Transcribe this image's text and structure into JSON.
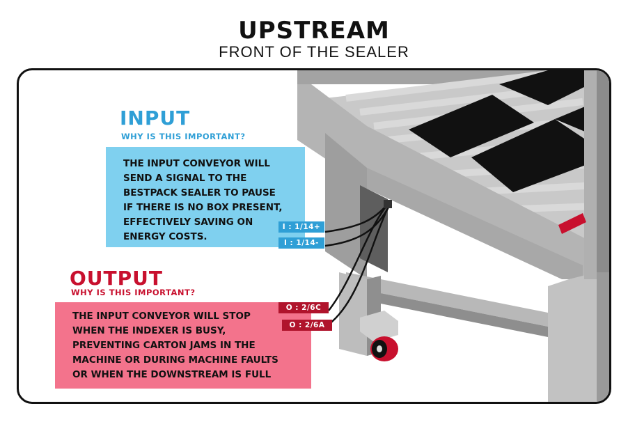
{
  "header": {
    "title": "UPSTREAM",
    "subtitle": "FRONT OF THE SEALER"
  },
  "input": {
    "heading": "INPUT",
    "why": "WHY IS THIS IMPORTANT?",
    "description": "THE INPUT CONVEYOR WILL\nSEND A SIGNAL TO THE\nBESTPACK SEALER TO PAUSE\nIF THERE IS NO BOX PRESENT,\nEFFECTIVELY SAVING ON\nENERGY COSTS.",
    "tags": [
      "I : 1/14+",
      "I : 1/14-"
    ]
  },
  "output": {
    "heading": "OUTPUT",
    "why": "WHY IS THIS IMPORTANT?",
    "description": "THE INPUT CONVEYOR WILL STOP\nWHEN THE INDEXER IS BUSY,\nPREVENTING CARTON JAMS IN THE\nMACHINE OR DURING MACHINE FAULTS\nOR WHEN THE DOWNSTREAM IS FULL",
    "tags": [
      "O : 2/6C",
      "O : 2/6A"
    ]
  },
  "colors": {
    "input_accent": "#2f9fd6",
    "input_box": "#7fd0ef",
    "output_accent": "#c8102e",
    "output_box": "#f3738c",
    "output_tag": "#b0142c",
    "frame_gray": "#9a9a9a",
    "belt_black": "#111111"
  }
}
